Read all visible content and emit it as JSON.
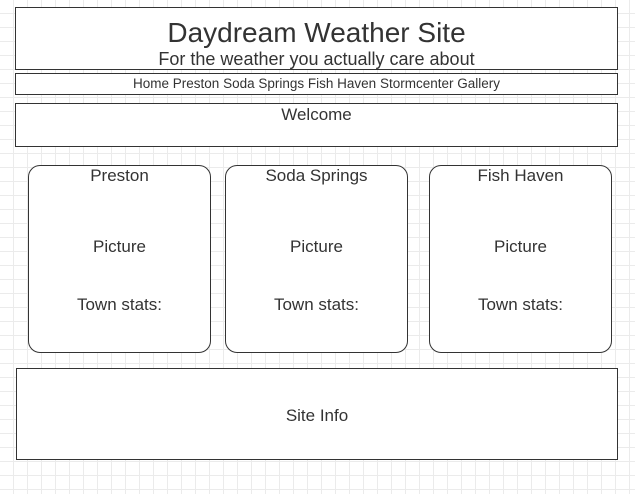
{
  "header": {
    "title": "Daydream Weather Site",
    "tagline": "For the weather you actually care about"
  },
  "nav": {
    "items": [
      {
        "label": "Home"
      },
      {
        "label": "Preston"
      },
      {
        "label": "Soda Springs"
      },
      {
        "label": "Fish Haven"
      },
      {
        "label": "Stormcenter"
      },
      {
        "label": "Gallery"
      }
    ]
  },
  "welcome": {
    "text": "Welcome"
  },
  "towns": [
    {
      "name": "Preston",
      "picture": "Picture",
      "stats": "Town stats:"
    },
    {
      "name": "Soda Springs",
      "picture": "Picture",
      "stats": "Town stats:"
    },
    {
      "name": "Fish Haven",
      "picture": "Picture",
      "stats": "Town stats:"
    }
  ],
  "footer": {
    "text": "Site Info"
  },
  "colors": {
    "stroke": "#333333",
    "grid": "#ebebeb",
    "background": "#ffffff"
  }
}
